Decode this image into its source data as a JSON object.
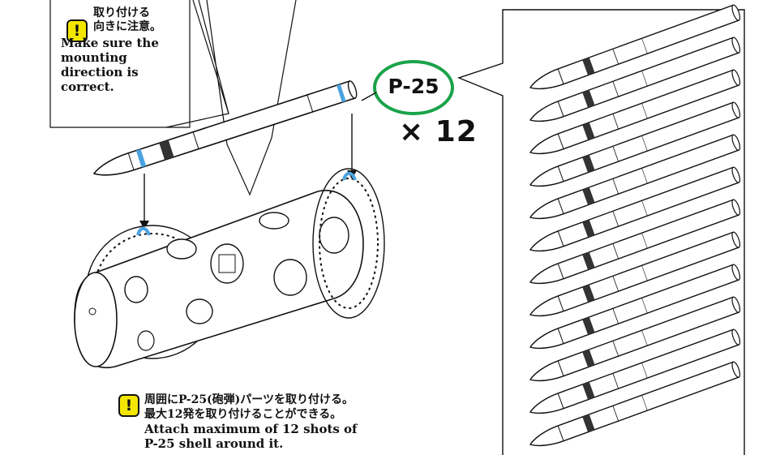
{
  "callout_top": {
    "jp_line1": "取り付ける",
    "jp_line2": "向きに注意。",
    "en_lines": [
      "Make sure the",
      "mounting",
      "direction is",
      "correct."
    ]
  },
  "callout_bottom": {
    "jp_line1": "周囲にP-25(砲弾)パーツを取り付ける。",
    "jp_line2": "最大12発を取り付けることができる。",
    "en_line1": "Attach maximum of 12 shots of",
    "en_line2": "P-25 shell around it."
  },
  "part": {
    "id": "P-25",
    "quantity": "× 12"
  },
  "warning_glyph": "!",
  "colors": {
    "warning": "#f3e600",
    "part_ring": "#1aa34a",
    "mount_tab": "#4aa3e0"
  },
  "icons": [
    "warning-icon"
  ]
}
